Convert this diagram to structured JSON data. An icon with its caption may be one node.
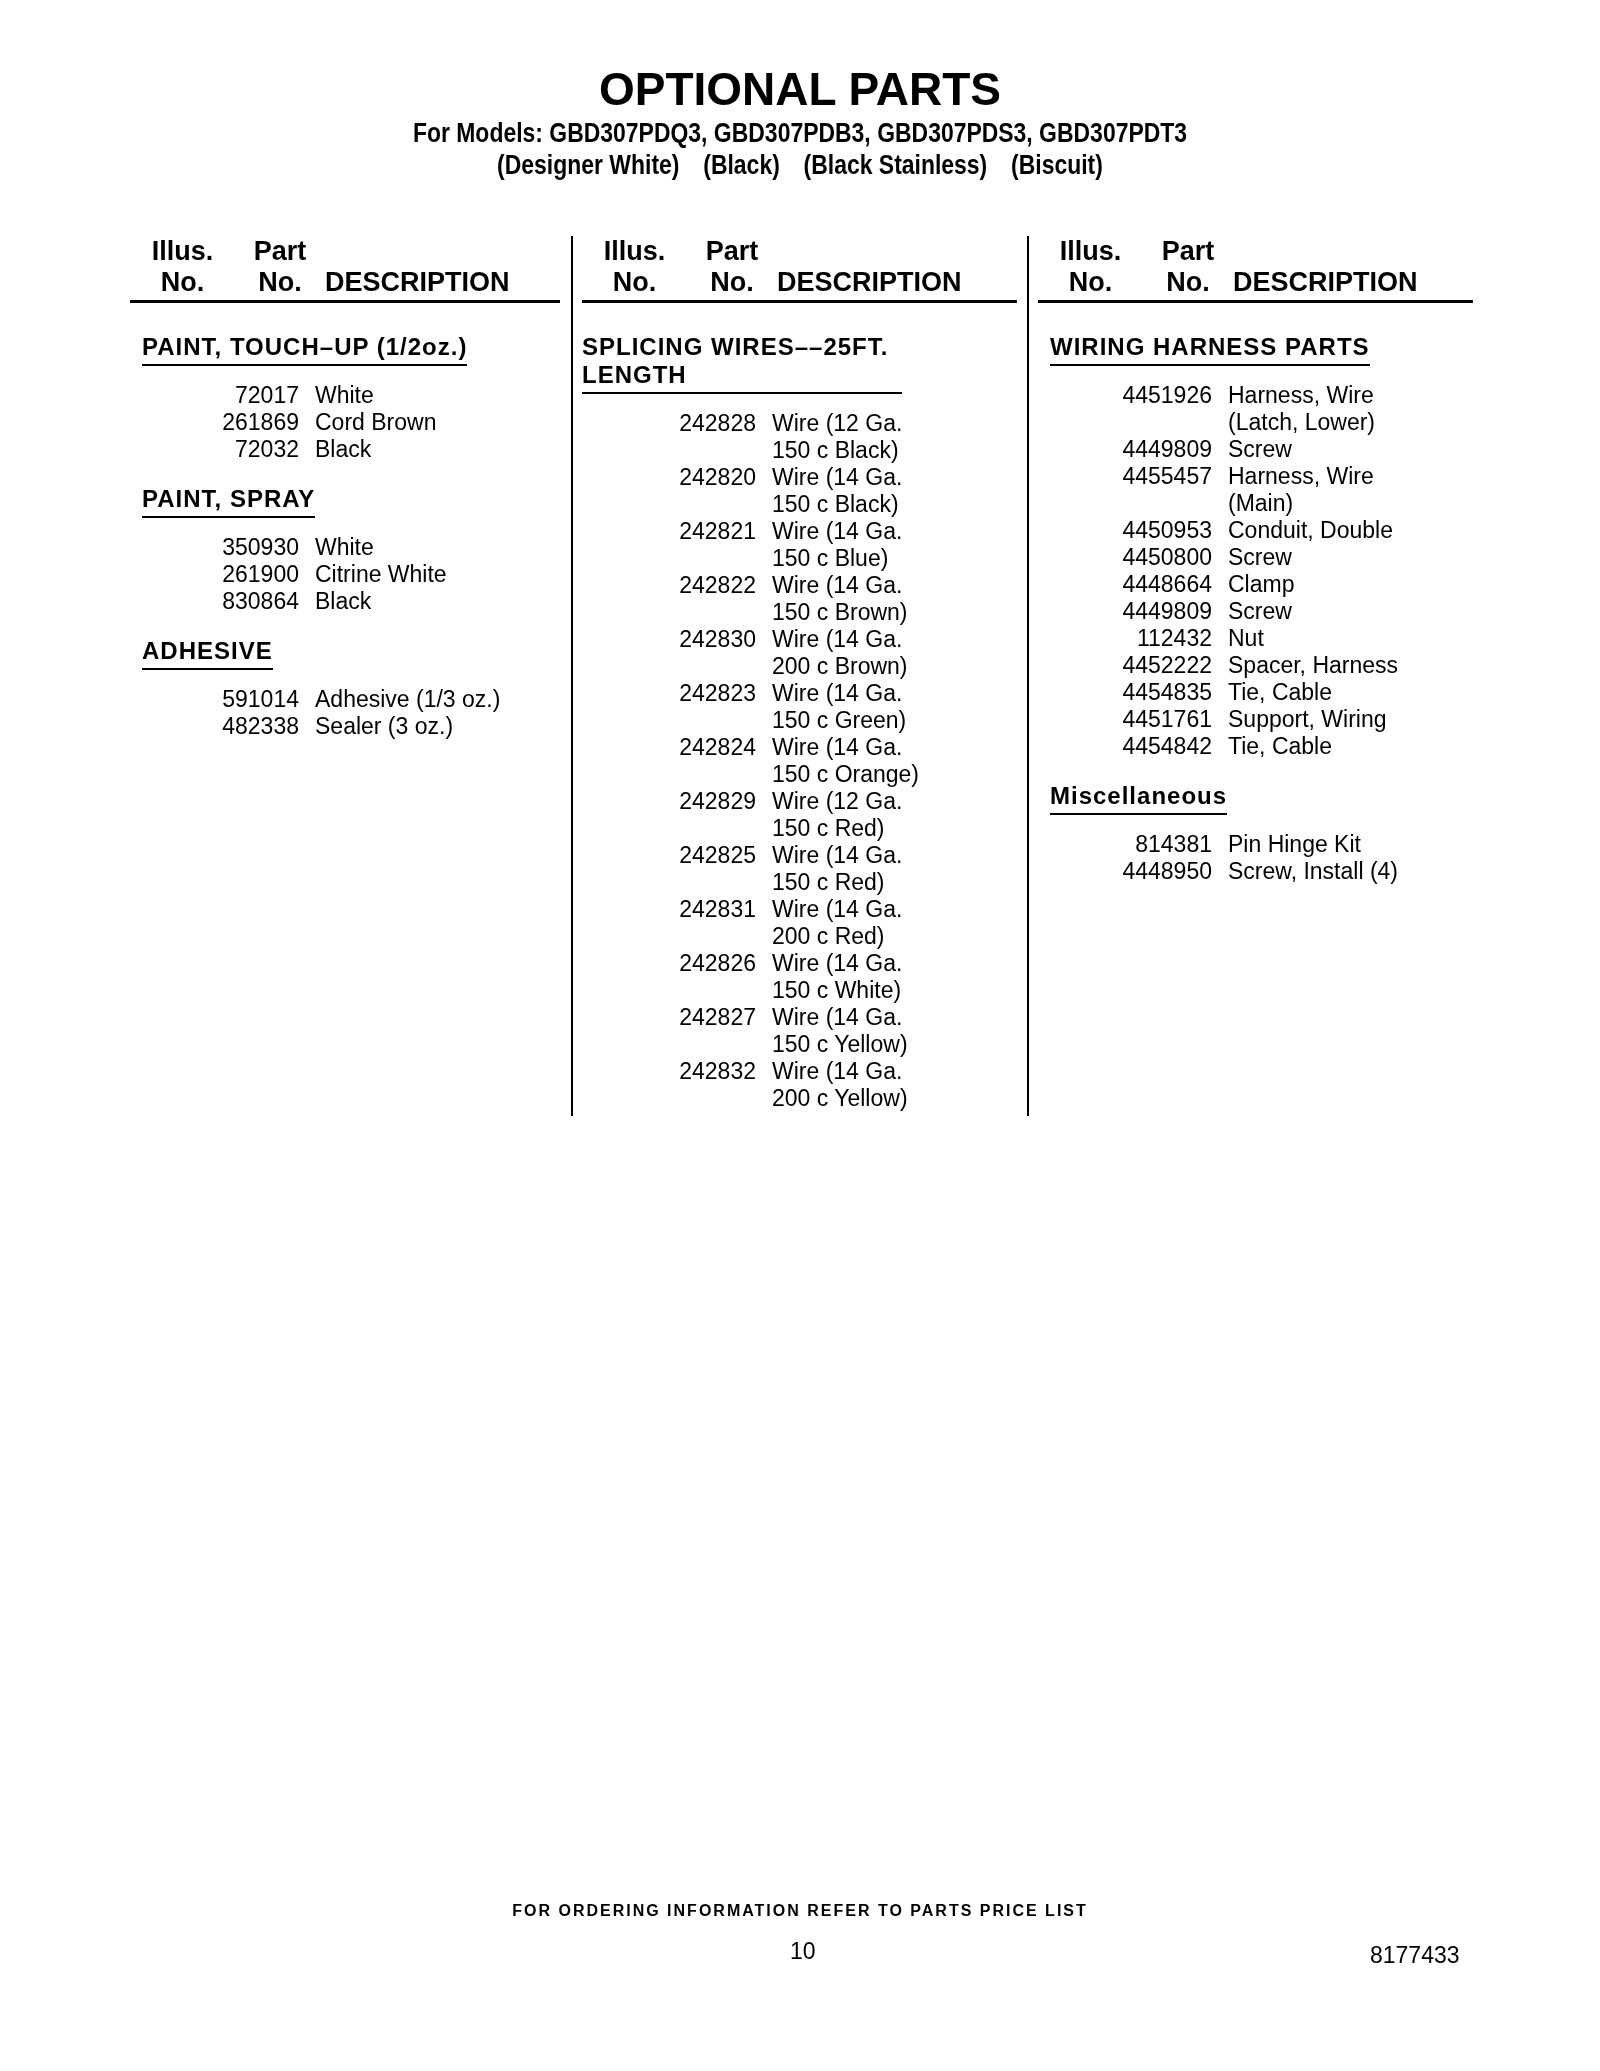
{
  "diagram": {
    "title": "OPTIONAL PARTS",
    "labels": [
      "For Models: GBD307PDQ3, GBD307PDB3, GBD307PDS3, GBD307PDT3",
      "(Designer White)",
      "(Black)",
      "(Black Stainless)",
      "(Biscuit)",
      "Illus. No.",
      "Part No.",
      "DESCRIPTION",
      "PAINT, TOUCH–UP (1/2oz.)",
      "72017",
      "White",
      "261869",
      "Cord Brown",
      "72032",
      "Black",
      "PAINT, SPRAY",
      "350930",
      "White",
      "261900",
      "Citrine White",
      "830864",
      "Black",
      "ADHESIVE",
      "591014",
      "Adhesive (1/3 oz.)",
      "482338",
      "Sealer (3 oz.)",
      "Illus. No.",
      "Part No.",
      "DESCRIPTION",
      "SPLICING WIRES––25FT. LENGTH",
      "242828",
      "Wire (12 Ga. 150 c Black)",
      "242820",
      "Wire (14 Ga. 150 c Black)",
      "242821",
      "Wire (14 Ga. 150 c Blue)",
      "242822",
      "Wire (14 Ga. 150 c Brown)",
      "242830",
      "Wire (14 Ga. 200 c Brown)",
      "242823",
      "Wire (14 Ga. 150 c Green)",
      "242824",
      "Wire (14 Ga. 150 c Orange)",
      "242829",
      "Wire (12 Ga. 150 c Red)",
      "242825",
      "Wire (14 Ga. 150 c Red)",
      "242831",
      "Wire (14 Ga. 200 c Red)",
      "242826",
      "Wire (14 Ga. 150 c White)",
      "242827",
      "Wire (14 Ga. 150 c Yellow)",
      "242832",
      "Wire (14 Ga. 200 c Yellow)",
      "Illus. No.",
      "Part No.",
      "DESCRIPTION",
      "WIRING HARNESS PARTS",
      "4451926",
      "Harness, Wire (Latch, Lower)",
      "4449809",
      "Screw",
      "4455457",
      "Harness, Wire (Main)",
      "4450953",
      "Conduit, Double",
      "4450800",
      "Screw",
      "4448664",
      "Clamp",
      "4449809",
      "Screw",
      "112432",
      "Nut",
      "4452222",
      "Spacer, Harness",
      "4454835",
      "Tie, Cable",
      "4451761",
      "Support, Wiring",
      "4454842",
      "Tie, Cable",
      "Miscellaneous",
      "814381",
      "Pin Hinge Kit",
      "4448950",
      "Screw, Install (4)",
      "FOR ORDERING INFORMATION REFER TO PARTS PRICE LIST",
      "10",
      "8177433"
    ]
  }
}
